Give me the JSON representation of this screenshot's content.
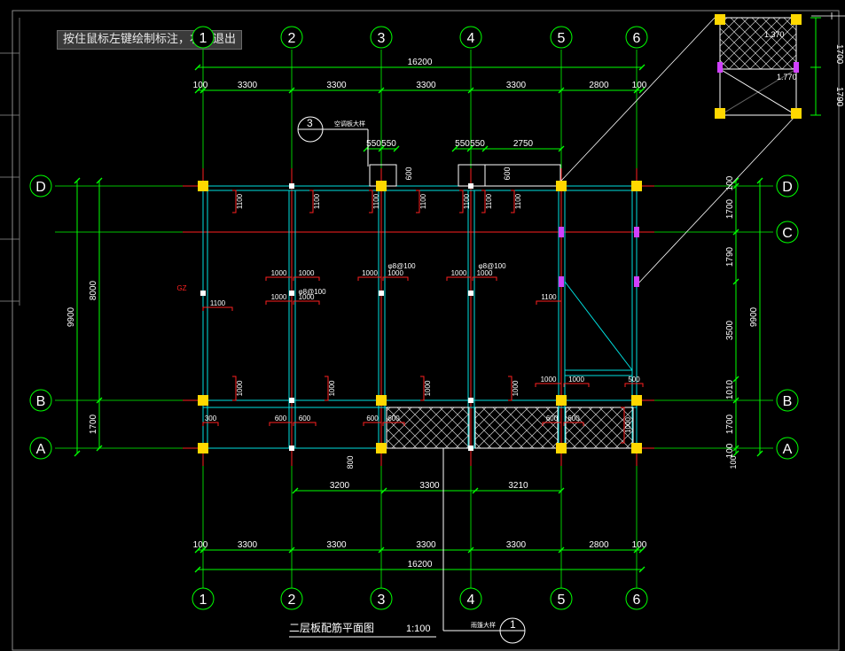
{
  "command_prompt": "按住鼠标左键绘制标注，右键退出",
  "colors": {
    "background": "#000000",
    "axis_line": "#ff2020",
    "dim_line": "#00ff00",
    "wall": "#00ffff",
    "column": "#ffd800",
    "rebar": "#ff2020",
    "text": "#ffffff"
  },
  "axes": {
    "numbered": [
      "1",
      "2",
      "3",
      "4",
      "5",
      "6"
    ],
    "lettered": [
      "D",
      "C",
      "B",
      "A"
    ]
  },
  "dimensions": {
    "total_width": "16200",
    "edge_offset": "100",
    "spans": [
      "3300",
      "3300",
      "3300",
      "3300",
      "2800"
    ],
    "bottom_inner_spans": [
      "3200",
      "3300",
      "3210"
    ],
    "left_total": "9900",
    "left_inner": "8000",
    "left_bottom": "1700",
    "right_total": "9900",
    "right_spans": [
      "1700",
      "1790",
      "3500",
      "1010",
      "1700"
    ],
    "stair_top": [
      "550",
      "550",
      "550",
      "550",
      "2750"
    ],
    "stair_height": "600",
    "floor_gap": "800",
    "inset_top": "1700",
    "inset_bottom": "1790",
    "inset_level_1": "1.370",
    "inset_level_2": "1.770"
  },
  "rebar_labels": {
    "len_1100": "1100",
    "len_1000": "1000",
    "len_600": "600",
    "len_500": "500",
    "len_300": "300",
    "bar_8_100": "φ8@100",
    "gz": "GZ"
  },
  "detail_marks": {
    "top_detail_num": "3",
    "top_detail_label": "空调板大样",
    "bottom_detail_num": "1",
    "bottom_detail_label": "雨篷大样"
  },
  "title": {
    "name": "二层板配筋平面图",
    "scale": "1:100"
  }
}
